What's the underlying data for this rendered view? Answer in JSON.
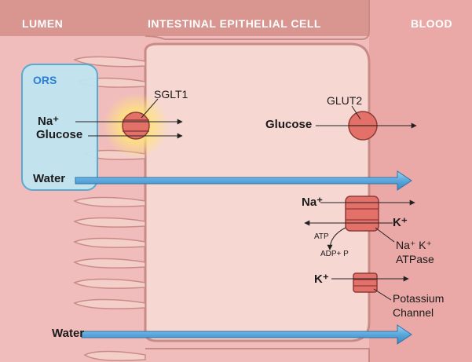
{
  "headers": {
    "lumen": "LUMEN",
    "cell": "INTESTINAL EPITHELIAL CELL",
    "blood": "BLOOD"
  },
  "ors": {
    "title": "ORS",
    "na": "Na⁺",
    "glucose": "Glucose",
    "water": "Water"
  },
  "labels": {
    "sglt1": "SGLT1",
    "glut2": "GLUT2",
    "glucose_right": "Glucose",
    "na_pump": "Na⁺",
    "k_pump": "K⁺",
    "atp": "ATP",
    "adp": "ADP+ P",
    "pump_name_1": "Na⁺ K⁺",
    "pump_name_2": "ATPase",
    "k_channel": "K⁺",
    "channel_name_1": "Potassium",
    "channel_name_2": "Channel",
    "water_bottom": "Water"
  },
  "colors": {
    "tissue": "#f0bcbc",
    "cell_fill": "#f7d7d2",
    "membrane": "#c98b86",
    "ors_fill": "#bfe4ef",
    "ors_border": "#5aa9cf",
    "water_arrow": "#5aa7dc",
    "transporter": "#e3716a",
    "glow": "#ffe47a"
  }
}
